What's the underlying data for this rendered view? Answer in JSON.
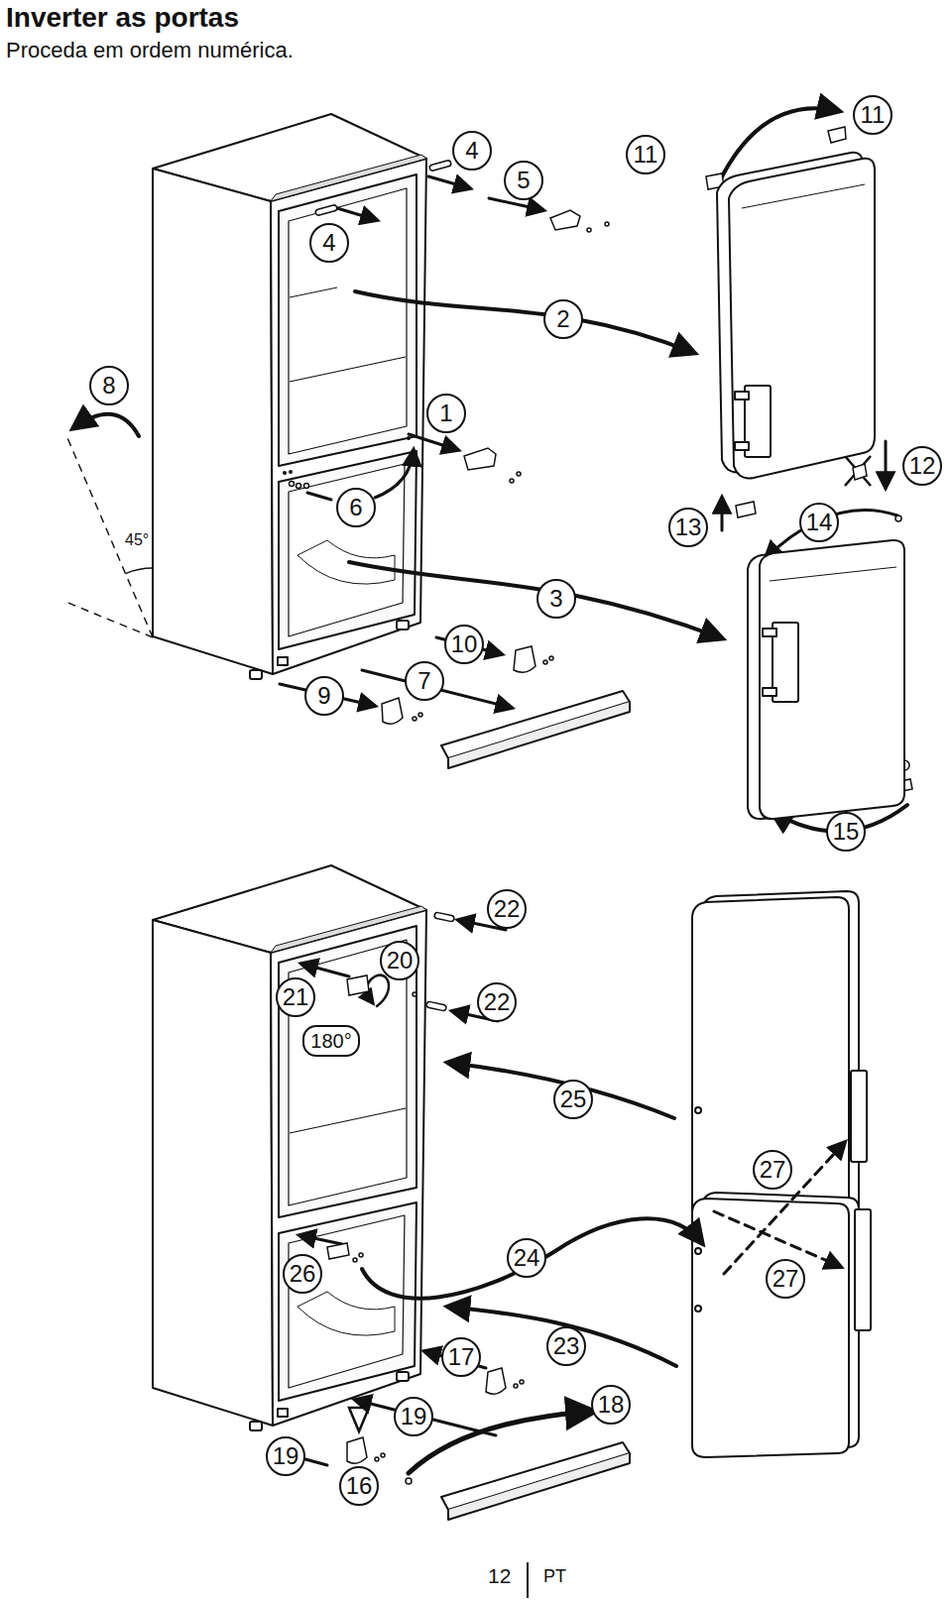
{
  "diagram": {
    "title": "Inverter as portas",
    "nodes": [
      {
        "text": [
          "11"
        ]
      },
      {
        "text": [
          "4"
        ]
      },
      {
        "text": [
          "11"
        ]
      },
      {
        "text": [
          "5"
        ]
      },
      {
        "text": [
          "4"
        ]
      },
      {
        "text": [
          "2"
        ]
      },
      {
        "text": [
          "8"
        ]
      },
      {
        "text": [
          "1"
        ]
      },
      {
        "text": [
          "12"
        ]
      },
      {
        "text": [
          "6"
        ]
      },
      {
        "text": [
          "14"
        ]
      },
      {
        "text": [
          "13"
        ]
      },
      {
        "text": [
          "3"
        ]
      },
      {
        "text": [
          "10"
        ]
      },
      {
        "text": [
          "7"
        ]
      },
      {
        "text": [
          "9"
        ]
      },
      {
        "text": [
          "15"
        ]
      },
      {
        "text": [
          "22"
        ]
      },
      {
        "text": [
          "20"
        ]
      },
      {
        "text": [
          "21"
        ]
      },
      {
        "text": [
          "22"
        ]
      },
      {
        "text": [
          "180°"
        ]
      },
      {
        "text": [
          "25"
        ]
      },
      {
        "text": [
          "27"
        ]
      },
      {
        "text": [
          "24"
        ]
      },
      {
        "text": [
          "26"
        ]
      },
      {
        "text": [
          "27"
        ]
      },
      {
        "text": [
          "23"
        ]
      },
      {
        "text": [
          "17"
        ]
      },
      {
        "text": [
          "18"
        ]
      },
      {
        "text": [
          "19"
        ]
      },
      {
        "text": [
          "19"
        ]
      },
      {
        "text": [
          "16"
        ]
      }
    ],
    "labels": [
      "Proceda em ordem numérica.",
      "45°",
      "12",
      "PT"
    ]
  }
}
